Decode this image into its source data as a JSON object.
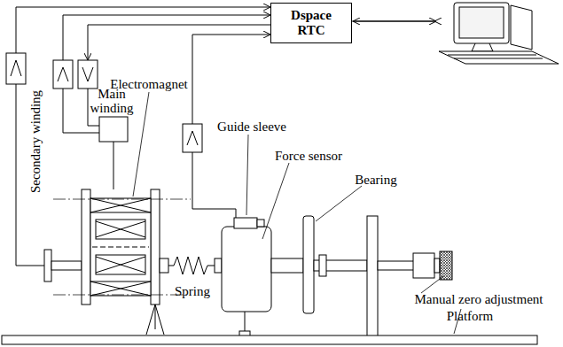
{
  "diagram": {
    "nodes": [
      {
        "text": [
          "Dspace RTC"
        ]
      }
    ],
    "edges": [],
    "labels": [
      "Secondary winding",
      "Main winding",
      "Electromagnet",
      "Guide sleeve",
      "Force sensor",
      "Bearing",
      "Spring",
      "Manual zero adjustment",
      "Platform"
    ]
  }
}
